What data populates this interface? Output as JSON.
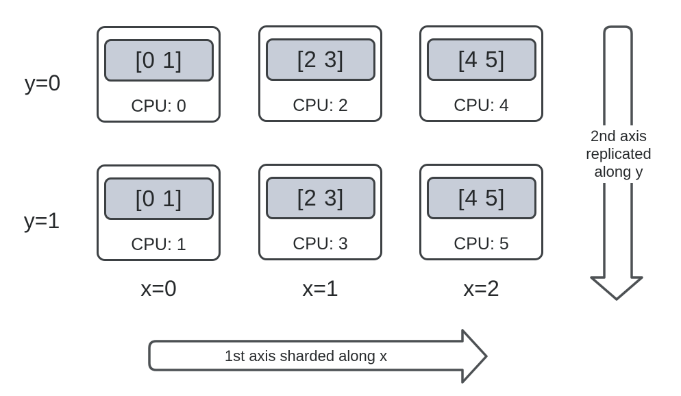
{
  "diagram": {
    "description_colors": {
      "box_border": "#3d4144",
      "chip_fill": "#c7cdd8",
      "arrow_stroke": "#4d5154",
      "text": "#26292b",
      "background": "#ffffff"
    },
    "row_labels": [
      "y=0",
      "y=1"
    ],
    "col_labels": [
      "x=0",
      "x=1",
      "x=2"
    ],
    "cells": [
      {
        "shard": "[0 1]",
        "cpu": "CPU: 0"
      },
      {
        "shard": "[2 3]",
        "cpu": "CPU: 2"
      },
      {
        "shard": "[4 5]",
        "cpu": "CPU: 4"
      },
      {
        "shard": "[0 1]",
        "cpu": "CPU: 1"
      },
      {
        "shard": "[2 3]",
        "cpu": "CPU: 3"
      },
      {
        "shard": "[4 5]",
        "cpu": "CPU: 5"
      }
    ],
    "x_arrow": {
      "label": "1st axis sharded along x"
    },
    "y_arrow": {
      "label": "2nd axis replicated along y",
      "lines": [
        "2nd axis",
        "replicated",
        "along y"
      ]
    }
  }
}
